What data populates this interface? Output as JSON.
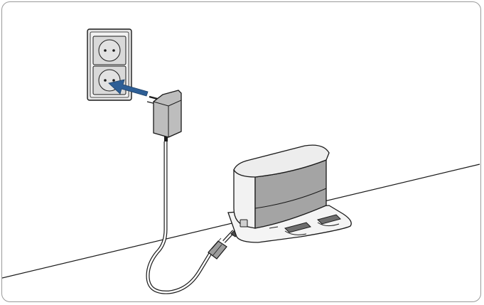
{
  "illustration": {
    "parts": [
      "wall-socket",
      "power-adapter",
      "cable",
      "ferrite-core",
      "charging-dock"
    ],
    "arrow_icon": "arrow-left-icon",
    "colors": {
      "outline": "#1a1a1a",
      "socket_face": "#d9d9d9",
      "socket_frame": "#e6e6e6",
      "adapter": "#bdbdbd",
      "dock_top": "#f0f0f0",
      "dock_band": "#9c9c9c",
      "arrow": "#2e5f96",
      "cable": "#ffffff"
    }
  }
}
